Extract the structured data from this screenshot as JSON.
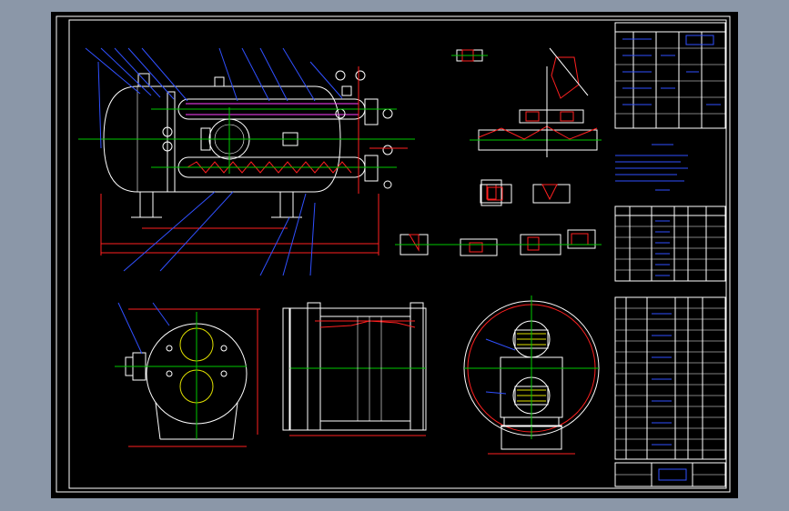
{
  "viewer": {
    "background": "#8b97a8",
    "canvas_background": "#000000"
  },
  "colors": {
    "outline": "#ffffff",
    "centerline": "#00c800",
    "dimension": "#ff2020",
    "annotation": "#3050ff",
    "hatch": "#e0e000",
    "tube": "#ff40ff"
  },
  "drawing": {
    "views": [
      "main-elevation",
      "left-end-view",
      "tube-support-plan",
      "cross-section-view",
      "weld-detail-views"
    ],
    "tables": [
      "technical-characteristics-table",
      "technical-requirements-notes",
      "nozzle-schedule-table",
      "parts-list-table",
      "title-block"
    ]
  }
}
